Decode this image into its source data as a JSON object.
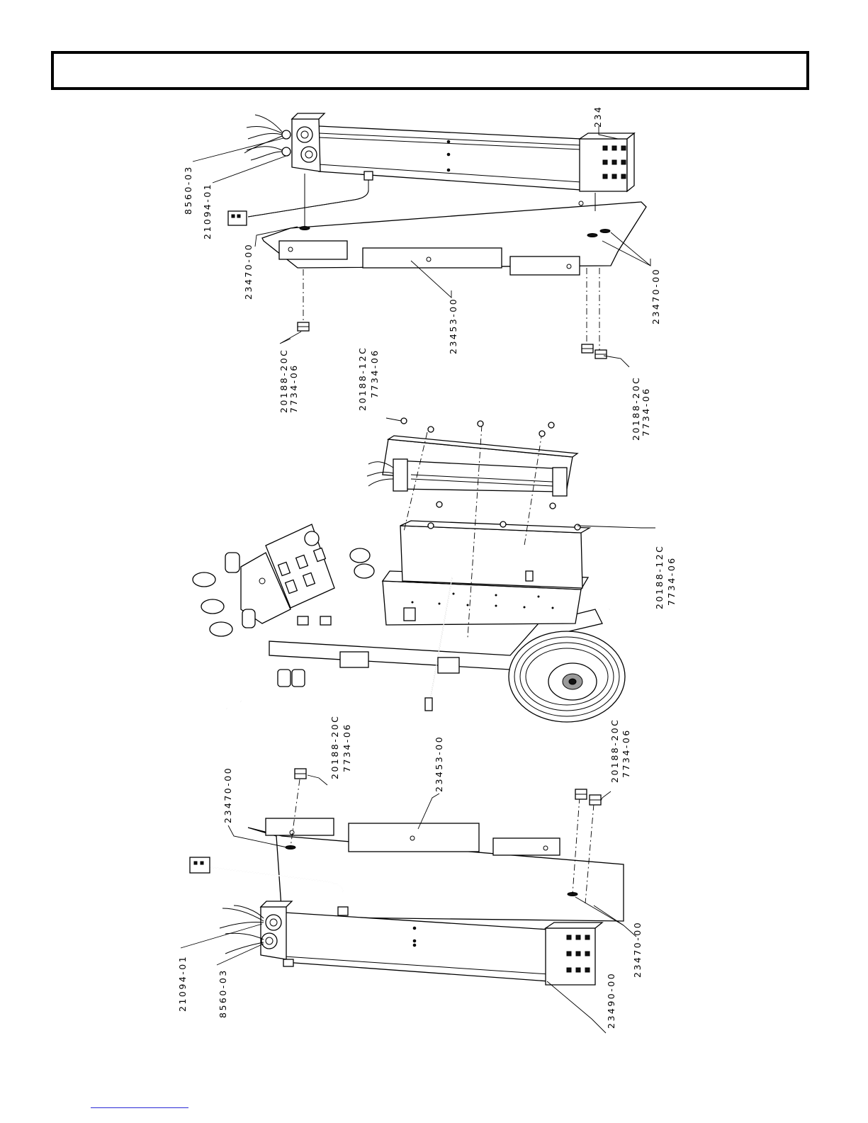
{
  "labels": {
    "top_8560": "8560-03",
    "top_21094": "21094-01",
    "top_23470_left": "23470-00",
    "top_234": "234",
    "top_23453": "23453-00",
    "top_23470_right": "23470-00",
    "top_20188_left": "20188-20C",
    "top_7734_left": "7734-06",
    "top_20188_right": "20188-20C",
    "top_7734_right": "7734-06",
    "mid_20188_top": "20188-12C",
    "mid_7734_top": "7734-06",
    "mid_20188_bottom": "20188-12C",
    "mid_7734_bottom": "7734-06",
    "bot_23470_left": "23470-00",
    "bot_23453": "23453-00",
    "bot_20188_left": "20188-20C",
    "bot_7734_left": "7734-06",
    "bot_20188_right": "20188-20C",
    "bot_7734_right": "7734-06",
    "bot_21094": "21094-01",
    "bot_8560": "8560-03",
    "bot_23490": "23490-00",
    "bot_23470_right": "23470-00"
  }
}
